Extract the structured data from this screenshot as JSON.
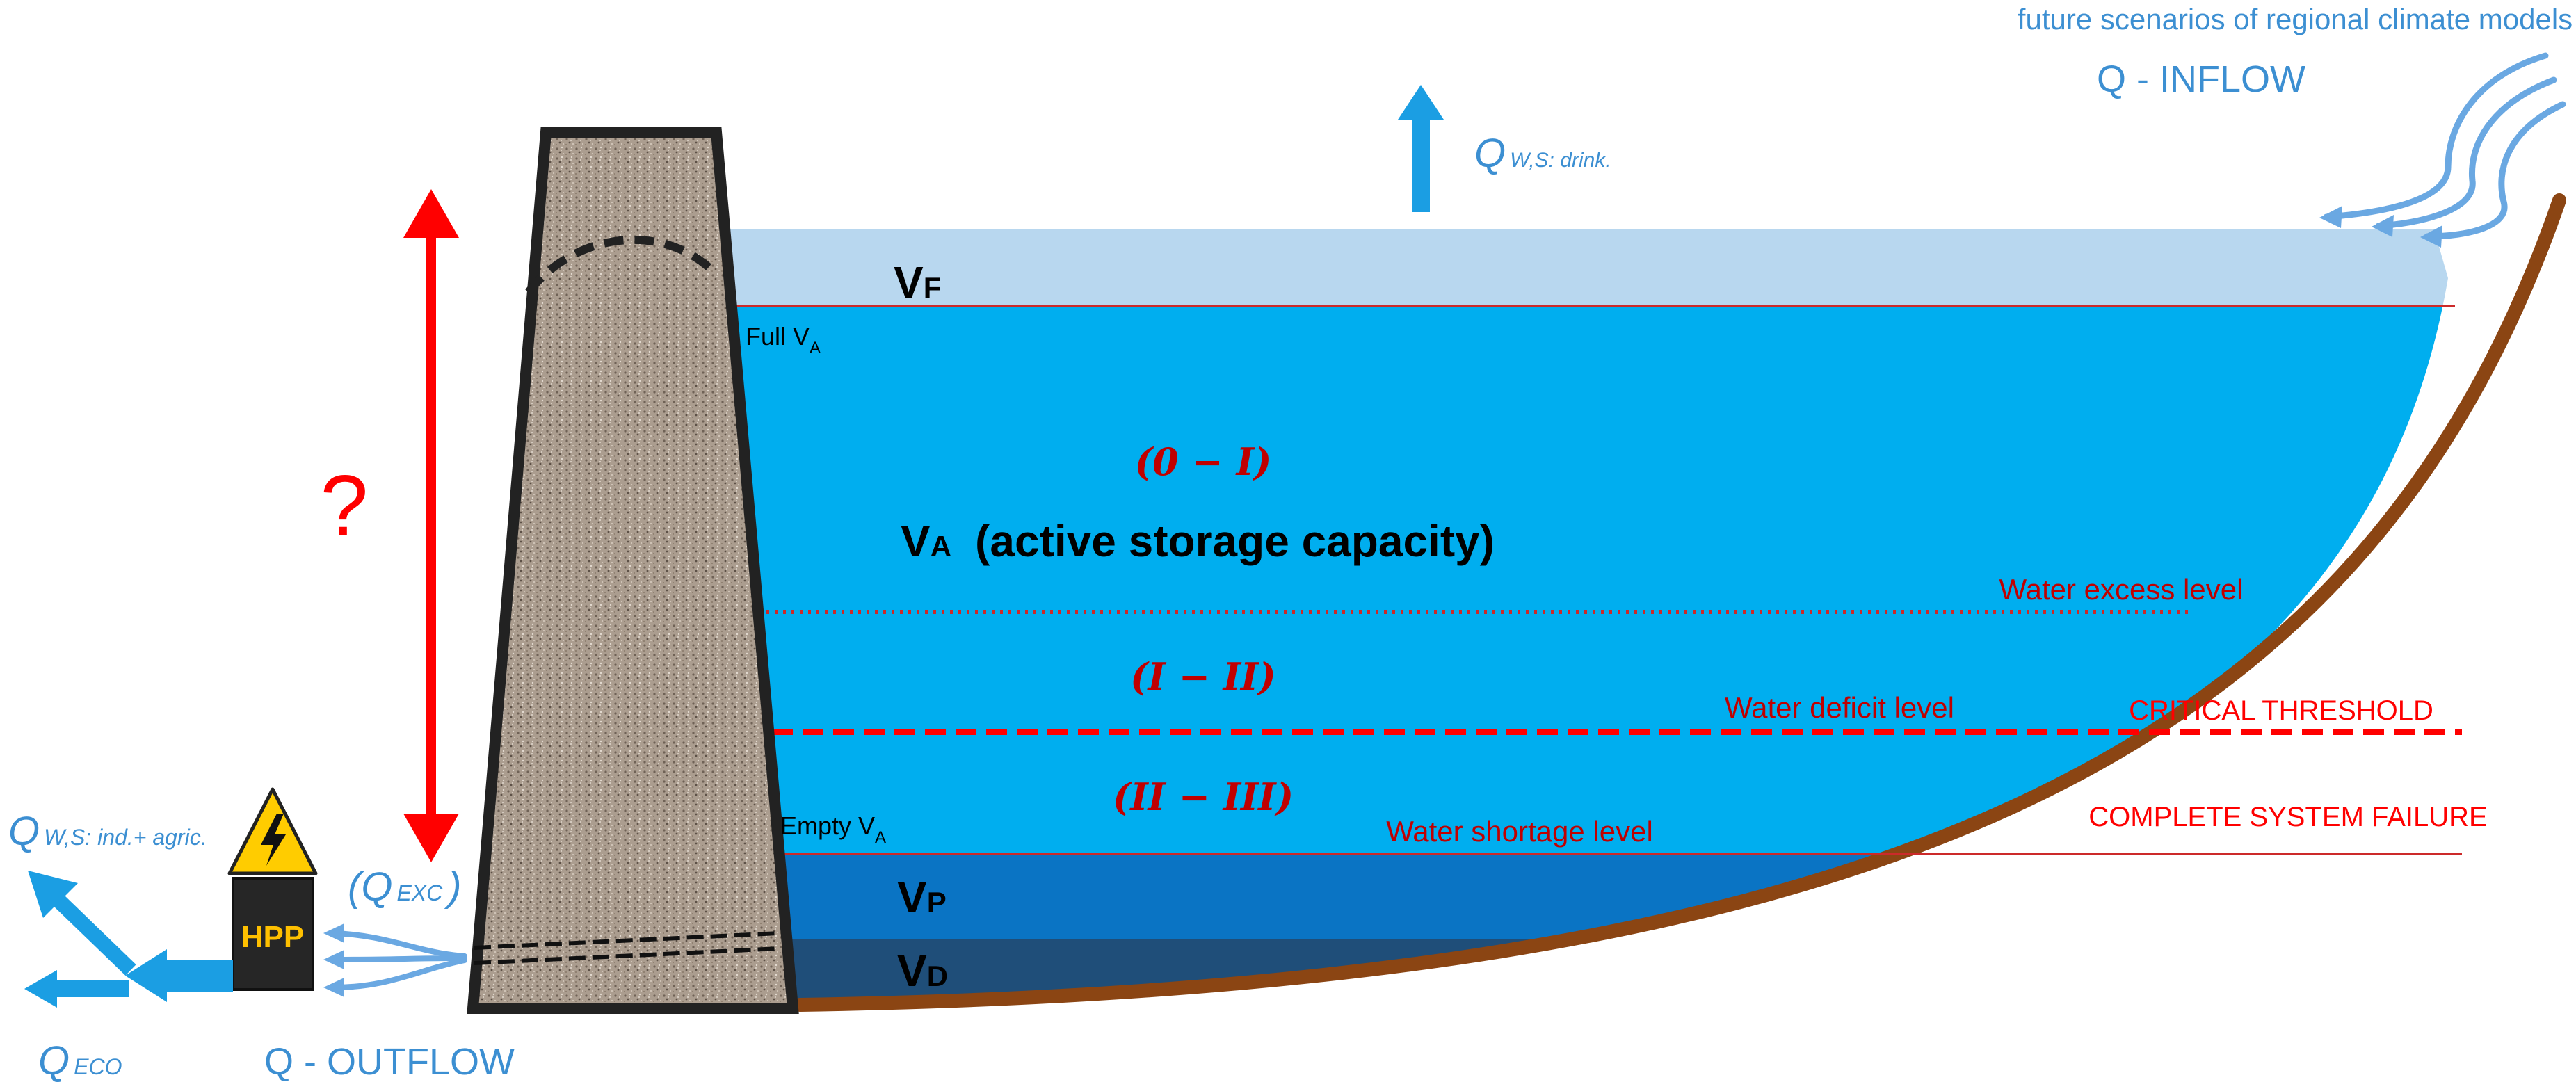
{
  "inflow": {
    "caption": "future scenarios of regional climate models",
    "label": "Q - INFLOW"
  },
  "drinking_withdrawal": {
    "q": "Q",
    "sub": "W,S: drink."
  },
  "volumes": {
    "flood": {
      "main": "V",
      "sub": "F"
    },
    "active": {
      "main": "V",
      "sub": "A",
      "desc": "(active storage capacity)"
    },
    "passive": {
      "main": "V",
      "sub": "P"
    },
    "dead": {
      "main": "V",
      "sub": "D"
    }
  },
  "dam_labels": {
    "full": {
      "main": "Full V",
      "sub": "A"
    },
    "empty": {
      "main": "Empty V",
      "sub": "A"
    }
  },
  "zones": [
    "(0 − I)",
    "(I − II)",
    "(II − III)"
  ],
  "levels": {
    "excess": "Water excess level",
    "deficit": "Water deficit level",
    "shortage": "Water shortage level"
  },
  "thresholds": {
    "critical": "CRITICAL THRESHOLD",
    "failure": "COMPLETE SYSTEM FAILURE"
  },
  "question_mark": "?",
  "hpp": {
    "label": "HPP"
  },
  "outflow": {
    "label": "Q - OUTFLOW",
    "exc": {
      "pre": "(Q",
      "sub": "EXC",
      "post": ")"
    },
    "industrial": {
      "q": "Q",
      "sub": "W,S: ind.+ agric."
    },
    "eco": {
      "q": "Q",
      "sub": "ECO"
    }
  },
  "colors": {
    "flood_zone": "#b8d7ef",
    "active_zone": "#00aeef",
    "passive_zone": "#0a74c4",
    "dead_zone": "#1f4e79",
    "arrow_blue": "#1b9ee3",
    "text_blue": "#3c8fd2",
    "red": "#cc2a2a",
    "bright_red": "#ff0000",
    "bank": "#8b4513",
    "dam_fill": "#a8998a",
    "hpp_fill": "#262626",
    "hpp_text": "#ffc000",
    "warning_yellow": "#ffcc00"
  }
}
